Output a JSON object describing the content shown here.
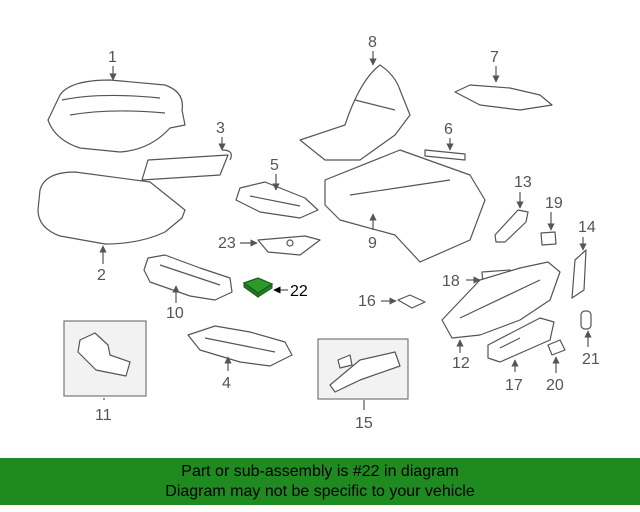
{
  "callouts": {
    "c1": "1",
    "c2": "2",
    "c3": "3",
    "c4": "4",
    "c5": "5",
    "c6": "6",
    "c7": "7",
    "c8": "8",
    "c9": "9",
    "c10": "10",
    "c11": "11",
    "c12": "12",
    "c13": "13",
    "c14": "14",
    "c15": "15",
    "c16": "16",
    "c17": "17",
    "c18": "18",
    "c19": "19",
    "c20": "20",
    "c21": "21",
    "c22": "22",
    "c23": "23"
  },
  "highlight_color": "#2e9a2e",
  "banner": {
    "line1": "Part or sub-assembly is #22 in diagram",
    "line2": "Diagram may not be specific to your vehicle",
    "color": "#1f8a1f"
  }
}
